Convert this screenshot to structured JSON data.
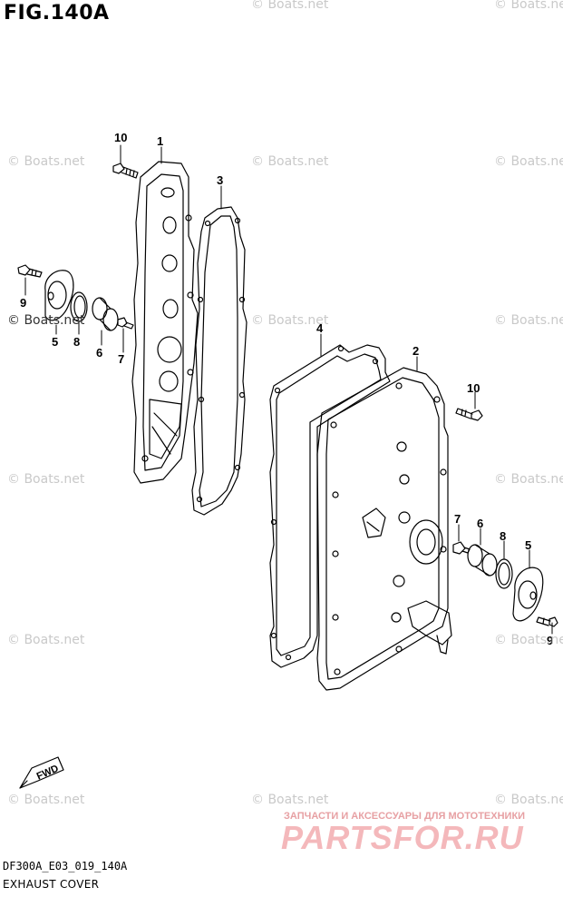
{
  "figure": {
    "title": "FIG.140A",
    "code": "DF300A_E03_019_140A",
    "caption": "EXHAUST COVER"
  },
  "watermark": {
    "text": "© Boats.net",
    "text_short": "© Boats.ne"
  },
  "brand": {
    "tagline": "ЗАПЧАСТИ И АКСЕССУАРЫ ДЛЯ МОТОТЕХНИКИ",
    "logo": "PARTSFOR.RU"
  },
  "fwd_label": "FWD",
  "part_labels": [
    {
      "id": "left-1",
      "text": "1"
    },
    {
      "id": "left-10",
      "text": "10"
    },
    {
      "id": "left-3",
      "text": "3"
    },
    {
      "id": "left-9",
      "text": "9"
    },
    {
      "id": "left-5",
      "text": "5"
    },
    {
      "id": "left-8",
      "text": "8"
    },
    {
      "id": "left-6",
      "text": "6"
    },
    {
      "id": "left-7",
      "text": "7"
    },
    {
      "id": "right-4",
      "text": "4"
    },
    {
      "id": "right-2",
      "text": "2"
    },
    {
      "id": "right-10",
      "text": "10"
    },
    {
      "id": "right-7",
      "text": "7"
    },
    {
      "id": "right-6",
      "text": "6"
    },
    {
      "id": "right-8",
      "text": "8"
    },
    {
      "id": "right-5",
      "text": "5"
    },
    {
      "id": "right-9",
      "text": "9"
    }
  ],
  "colors": {
    "line": "#000000",
    "watermark": "#c9c9c9",
    "brand": "#f4b8bb"
  }
}
